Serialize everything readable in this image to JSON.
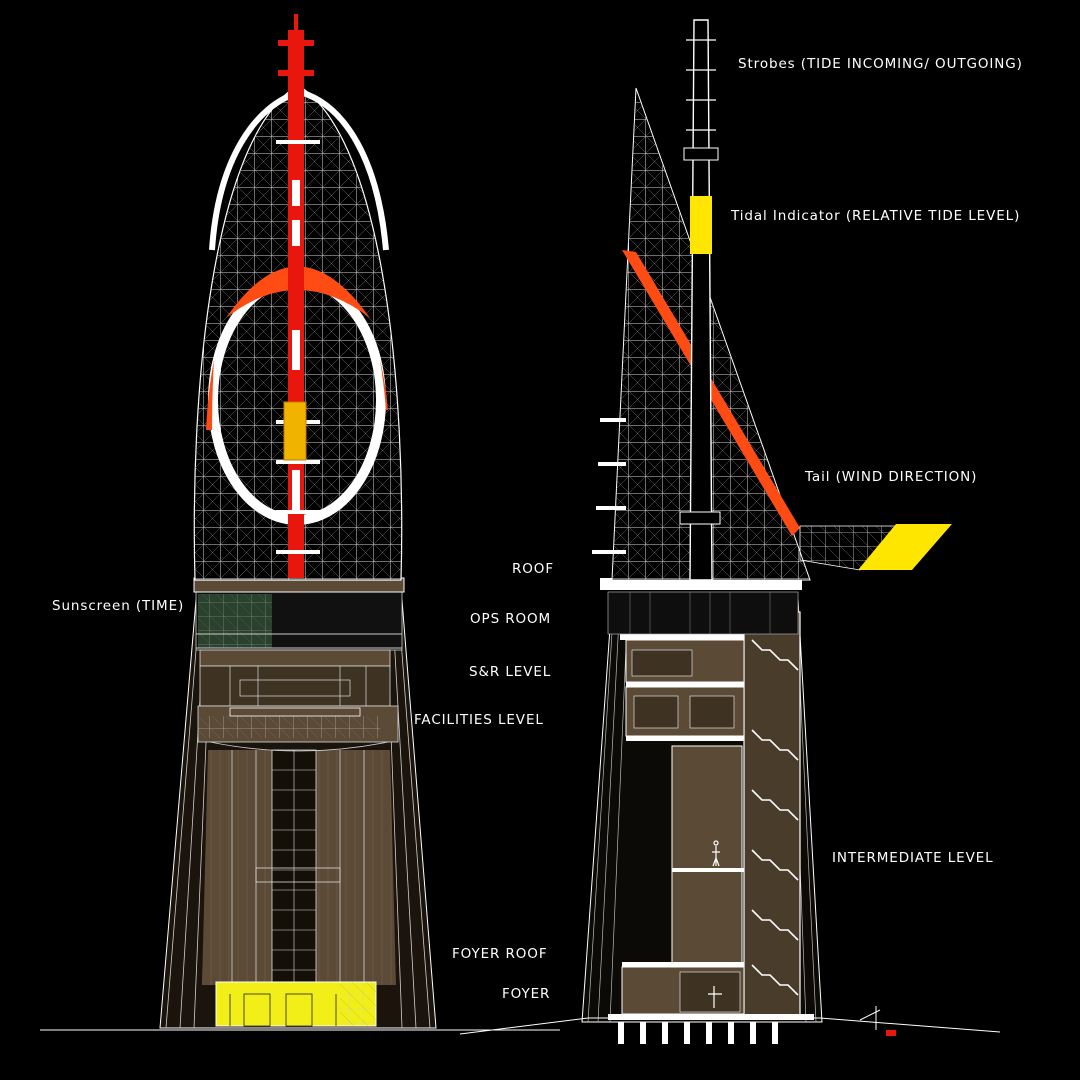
{
  "labels": {
    "strobes": "Strobes (TIDE INCOMING/ OUTGOING)",
    "tidal": "Tidal Indicator (RELATIVE TIDE LEVEL)",
    "tail": "Tail (WIND DIRECTION)",
    "sunscreen": "Sunscreen (TIME)",
    "roof": "ROOF",
    "ops": "OPS ROOM",
    "sr": "S&R LEVEL",
    "facilities": "FACILITIES LEVEL",
    "intermediate": "INTERMEDIATE LEVEL",
    "foyer_roof": "FOYER ROOF",
    "foyer": "FOYER"
  },
  "colors": {
    "background": "#000000",
    "linework": "#ffffff",
    "mast_red": "#e8160c",
    "arc_orange": "#ff4b14",
    "indicator_yellow": "#ffe600",
    "indicator_amber": "#f0b400",
    "concrete_brown": "#5a4a36",
    "foyer_yellow": "#f2ee18"
  },
  "icons": [
    "mast-icon",
    "sail-icon",
    "tail-vane-icon"
  ]
}
